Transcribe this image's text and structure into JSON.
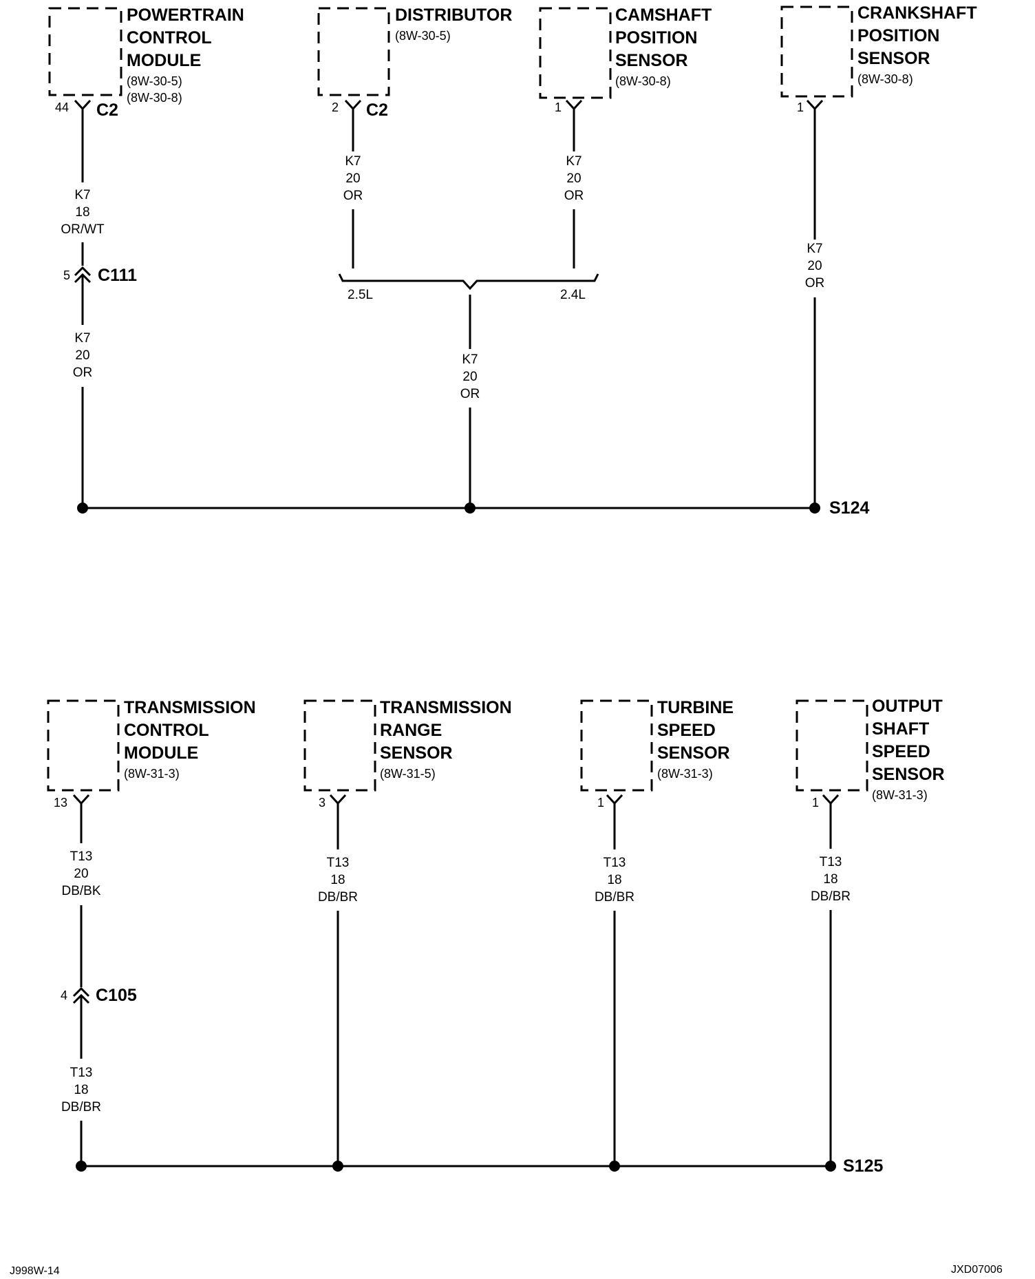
{
  "diagram": {
    "top_components": [
      {
        "id": "pcm",
        "title": [
          "POWERTRAIN",
          "CONTROL",
          "MODULE"
        ],
        "refs": [
          "(8W-30-5)",
          "(8W-30-8)"
        ],
        "pin": "44",
        "connector": "C2"
      },
      {
        "id": "distributor",
        "title": [
          "DISTRIBUTOR"
        ],
        "refs": [
          "(8W-30-5)"
        ],
        "pin": "2",
        "connector": "C2"
      },
      {
        "id": "cmp",
        "title": [
          "CAMSHAFT",
          "POSITION",
          "SENSOR"
        ],
        "refs": [
          "(8W-30-8)"
        ],
        "pin": "1",
        "connector": ""
      },
      {
        "id": "ckp",
        "title": [
          "CRANKSHAFT",
          "POSITION",
          "SENSOR"
        ],
        "refs": [
          "(8W-30-8)"
        ],
        "pin": "1",
        "connector": ""
      }
    ],
    "top_wires": {
      "pcm_upper": [
        "K7",
        "18",
        "OR/WT"
      ],
      "pcm_lower": [
        "K7",
        "20",
        "OR"
      ],
      "distributor": [
        "K7",
        "20",
        "OR"
      ],
      "cmp": [
        "K7",
        "20",
        "OR"
      ],
      "merged": [
        "K7",
        "20",
        "OR"
      ],
      "ckp": [
        "K7",
        "20",
        "OR"
      ]
    },
    "top_inline_connector": {
      "pin": "5",
      "name": "C111"
    },
    "engine_options": {
      "left": "2.5L",
      "right": "2.4L"
    },
    "top_splice": "S124",
    "bottom_components": [
      {
        "id": "tcm",
        "title": [
          "TRANSMISSION",
          "CONTROL",
          "MODULE"
        ],
        "refs": [
          "(8W-31-3)"
        ],
        "pin": "13"
      },
      {
        "id": "trs",
        "title": [
          "TRANSMISSION",
          "RANGE",
          "SENSOR"
        ],
        "refs": [
          "(8W-31-5)"
        ],
        "pin": "3"
      },
      {
        "id": "tss",
        "title": [
          "TURBINE",
          "SPEED",
          "SENSOR"
        ],
        "refs": [
          "(8W-31-3)"
        ],
        "pin": "1"
      },
      {
        "id": "oss",
        "title": [
          "OUTPUT",
          "SHAFT",
          "SPEED",
          "SENSOR"
        ],
        "refs": [
          "(8W-31-3)"
        ],
        "pin": "1"
      }
    ],
    "bottom_wires": {
      "tcm_upper": [
        "T13",
        "20",
        "DB/BK"
      ],
      "tcm_lower": [
        "T13",
        "18",
        "DB/BR"
      ],
      "trs": [
        "T13",
        "18",
        "DB/BR"
      ],
      "tss": [
        "T13",
        "18",
        "DB/BR"
      ],
      "oss": [
        "T13",
        "18",
        "DB/BR"
      ]
    },
    "bottom_inline_connector": {
      "pin": "4",
      "name": "C105"
    },
    "bottom_splice": "S125"
  },
  "footer": {
    "left": "J998W-14",
    "right": "JXD07006"
  }
}
